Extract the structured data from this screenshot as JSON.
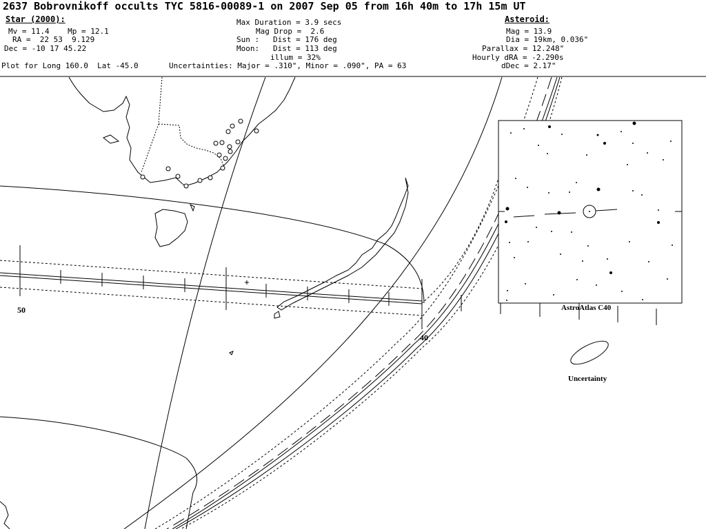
{
  "title": "2637 Bobrovnikoff occults TYC 5816-00089-1 on 2007 Sep 05 from 16h 40m to 17h 15m UT",
  "star": {
    "header": "Star (2000):",
    "mv_mp": "Mv = 11.4    Mp = 12.1",
    "ra": "RA =  22 53  9.129",
    "dec": "Dec = -10 17 45.22"
  },
  "plot_for": "Plot for Long 160.0  Lat -45.0",
  "center": {
    "max_duration": "Max Duration = 3.9 secs",
    "mag_drop": "Mag Drop =  2.6",
    "sun": "Sun :   Dist = 176 deg",
    "moon": "Moon:   Dist = 113 deg",
    "illum": "illum = 32%",
    "uncertainties": "Uncertainties: Major = .310\", Minor = .090\", PA = 63"
  },
  "asteroid": {
    "header": "Asteroid:",
    "mag": "Mag = 13.9",
    "dia": "Dia = 19km, 0.036\"",
    "parallax": "Parallax = 12.248\"",
    "hourly_dra": "Hourly dRA = -2.290s",
    "ddec": "dDec = 2.17\""
  },
  "map": {
    "longitude_labels": [
      "50",
      "40"
    ]
  },
  "star_chart": {
    "caption": "AstroAtlas C40"
  },
  "uncertainty_label": "Uncertainty"
}
